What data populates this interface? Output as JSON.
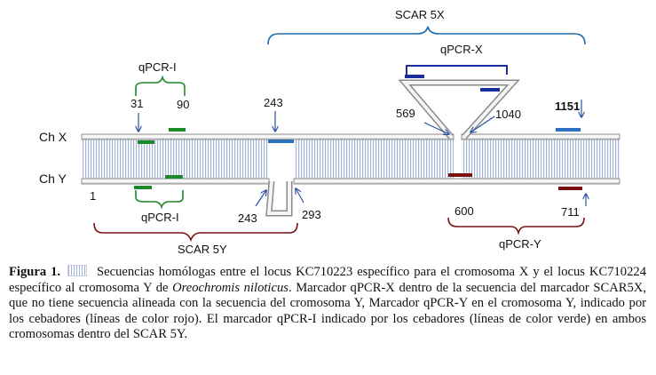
{
  "diagram": {
    "labels": {
      "scar5x": "SCAR 5X",
      "qpcr_x": "qPCR-X",
      "qpcr_i_top": "qPCR-I",
      "qpcr_i_bottom": "qPCR-I",
      "scar5y": "SCAR 5Y",
      "qpcr_y": "qPCR-Y",
      "chx": "Ch X",
      "chy": "Ch Y"
    },
    "positions": {
      "p31": "31",
      "p90": "90",
      "p243_top": "243",
      "p569": "569",
      "p1040": "1040",
      "p1151": "1151",
      "p1": "1",
      "p243_bottom": "243",
      "p293": "293",
      "p600": "600",
      "p711": "711"
    },
    "colors": {
      "qpcr_i": "#1a8a2a",
      "qpcr_x": "#1a2ea0",
      "qpcr_y": "#7a1010",
      "blue_marker": "#2f6fbf",
      "hatch": "#a3b5d9"
    }
  },
  "caption": {
    "figure_label": "Figura 1.",
    "text_1": "Secuencias homólogas entre el locus KC710223 específico para el cromosoma X y el locus KC710224 específico al cromosoma Y de ",
    "species": "Oreochromis niloticus",
    "text_2": ". Marcador qPCR-X dentro de la secuencia del marcador SCAR5X, que no tiene secuencia alineada con la secuencia del cromosoma Y, Marcador qPCR-Y en el cromosoma Y, indicado por los cebadores (líneas de color rojo). El marcador qPCR-I indicado por los cebadores (líneas de color verde) en ambos cromosomas dentro del SCAR 5Y."
  }
}
